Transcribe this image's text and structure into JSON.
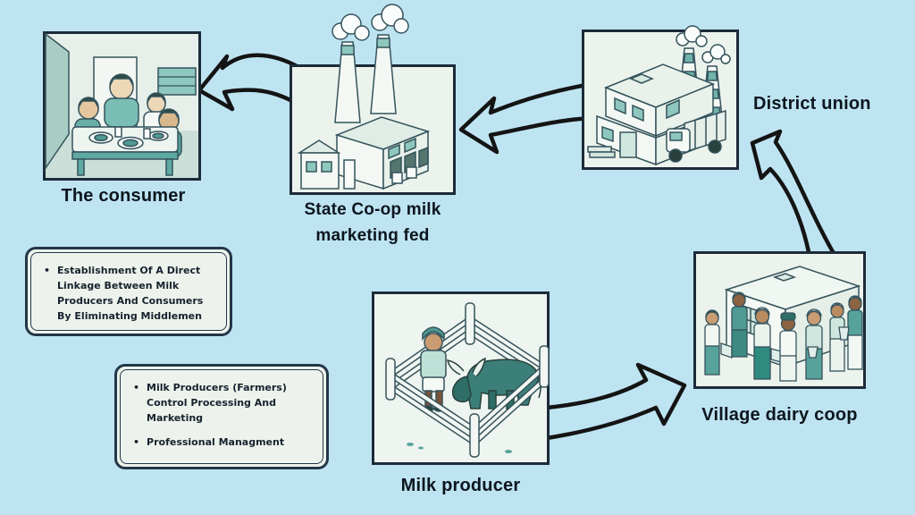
{
  "palette": {
    "background": "#bee4f2",
    "frame_border": "#1c2b38",
    "illustration_bg": "#ecf3ed",
    "note_bg": "#edf3ec",
    "note_border": "#233748",
    "arrow_color": "#141414",
    "label_color": "#0d161e",
    "teal_light": "#cfe7df",
    "teal_mid": "#8ec7bd",
    "teal": "#57a39b",
    "teal_dark": "#2f6e67",
    "outline": "#35535c"
  },
  "bullet_char": "•",
  "nodes": {
    "consumer": {
      "label": "The consumer"
    },
    "state_coop": {
      "label": "State Co-op milk marketing fed",
      "label_lines": [
        "State Co-op milk",
        "marketing fed"
      ]
    },
    "district_union": {
      "label": "District union"
    },
    "village_coop": {
      "label": "Village dairy coop"
    },
    "milk_producer": {
      "label": "Milk producer"
    }
  },
  "notes": {
    "direct_linkage": {
      "bullets": [
        "Establishment Of A Direct Linkage Between Milk Producers And Consumers By Eliminating Middlemen"
      ]
    },
    "producer_control": {
      "bullets": [
        "Milk Producers (Farmers) Control Processing And Marketing",
        "Professional Managment"
      ]
    }
  },
  "arrows": [
    {
      "from": "milk_producer",
      "to": "village_coop"
    },
    {
      "from": "village_coop",
      "to": "district_union"
    },
    {
      "from": "district_union",
      "to": "state_coop"
    },
    {
      "from": "state_coop",
      "to": "consumer"
    }
  ]
}
